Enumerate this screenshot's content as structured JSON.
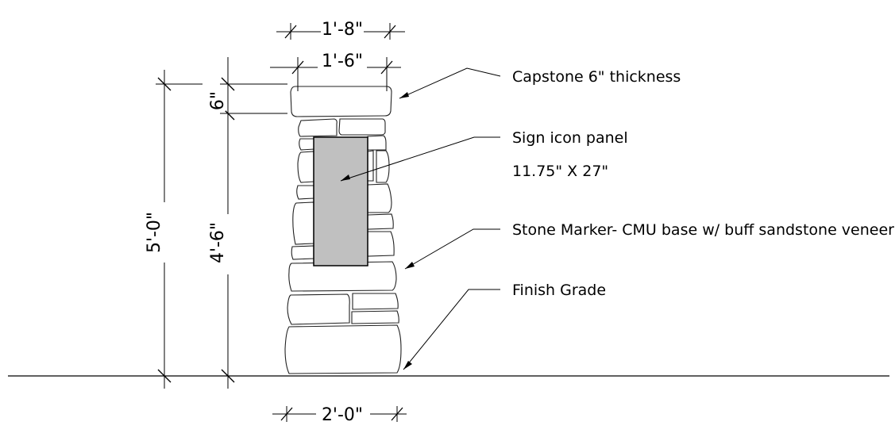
{
  "dimensions": {
    "top_width_outer": "1'-8\"",
    "top_width_inner": "1'-6\"",
    "cap_thickness": "6\"",
    "overall_height": "5'-0\"",
    "body_height": "4'-6\"",
    "base_width": "2'-0\""
  },
  "callouts": {
    "capstone": "Capstone 6\" thickness",
    "sign_panel_line1": "Sign icon panel",
    "sign_panel_line2": "11.75\" X 27\"",
    "stone_marker": "Stone Marker- CMU base w/ buff sandstone veneer",
    "finish_grade": "Finish Grade"
  },
  "colors": {
    "line": "#000000",
    "panel_fill": "#c0c0c0"
  }
}
